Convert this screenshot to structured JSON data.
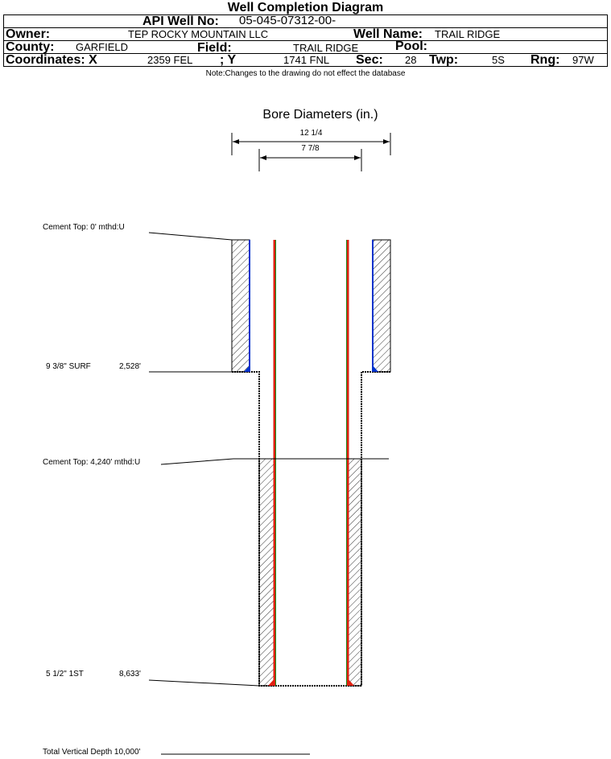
{
  "title": "Well Completion Diagram",
  "header": {
    "api_label": "API Well No:",
    "api_value": "05-045-07312-00-",
    "owner_label": "Owner:",
    "owner_value": "TEP ROCKY MOUNTAIN LLC",
    "well_name_label": "Well Name:",
    "well_name_value": "TRAIL RIDGE",
    "county_label": "County:",
    "county_value": "GARFIELD",
    "field_label": "Field:",
    "field_value": "TRAIL RIDGE",
    "pool_label": "Pool:",
    "coord_x_label": "Coordinates: X",
    "coord_x_value": "2359 FEL",
    "coord_y_label": "; Y",
    "coord_y_value": "1741 FNL",
    "sec_label": "Sec:",
    "sec_value": "28",
    "twp_label": "Twp:",
    "twp_value": "5S",
    "rng_label": "Rng:",
    "rng_value": "97W"
  },
  "note": "Note:Changes to the drawing do not effect the database",
  "diagram": {
    "bore_title": "Bore Diameters (in.)",
    "bore_outer": "12 1/4",
    "bore_inner": "7 7/8",
    "labels": {
      "cement_top_1": "Cement Top: 0' mthd:U",
      "surf_casing": "9 3/8\" SURF",
      "surf_depth": "2,528'",
      "cement_top_2": "Cement Top: 4,240' mthd:U",
      "prod_casing": "5 1/2\" 1ST",
      "prod_depth": "8,633'",
      "tvd": "Total Vertical Depth 10,000'"
    },
    "colors": {
      "surface_casing": "#0033cc",
      "production_casing_outer": "#e02010",
      "production_casing_inner": "#1a8a1a"
    }
  }
}
